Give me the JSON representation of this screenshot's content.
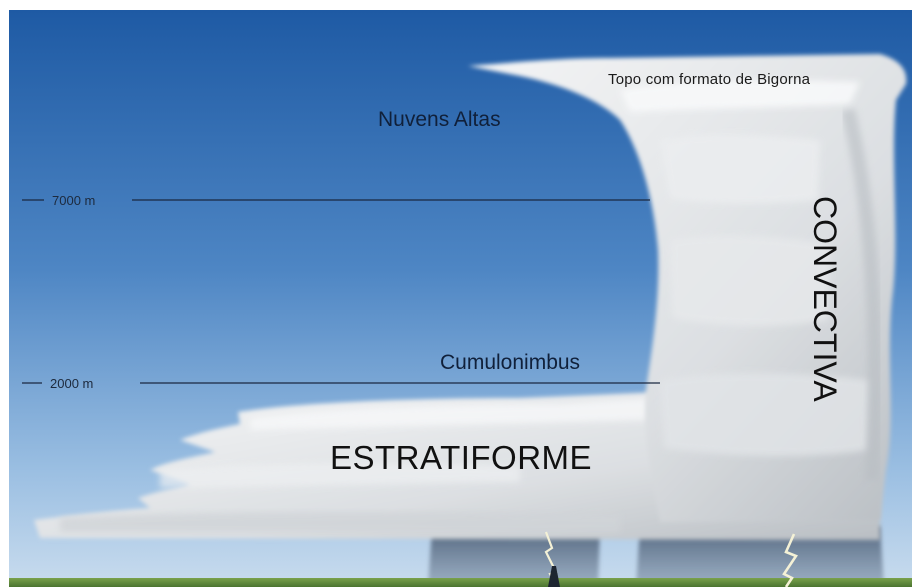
{
  "labels": {
    "anvil_top": "Topo com formato de Bigorna",
    "high_clouds": "Nuvens Altas",
    "cumulonimbus": "Cumulonimbus",
    "stratiform": "ESTRATIFORME",
    "convective": "CONVECTIVA"
  },
  "altitude_markers": [
    "7000 m",
    "2000 m"
  ],
  "colors": {
    "sky_top": "#1e5aa4",
    "sky_bottom": "#c2d9ee",
    "cloud": "#e6e9ec",
    "rain": "#5c6f86",
    "ground": "#5e8a3a",
    "lightning": "#f4f1d6"
  }
}
